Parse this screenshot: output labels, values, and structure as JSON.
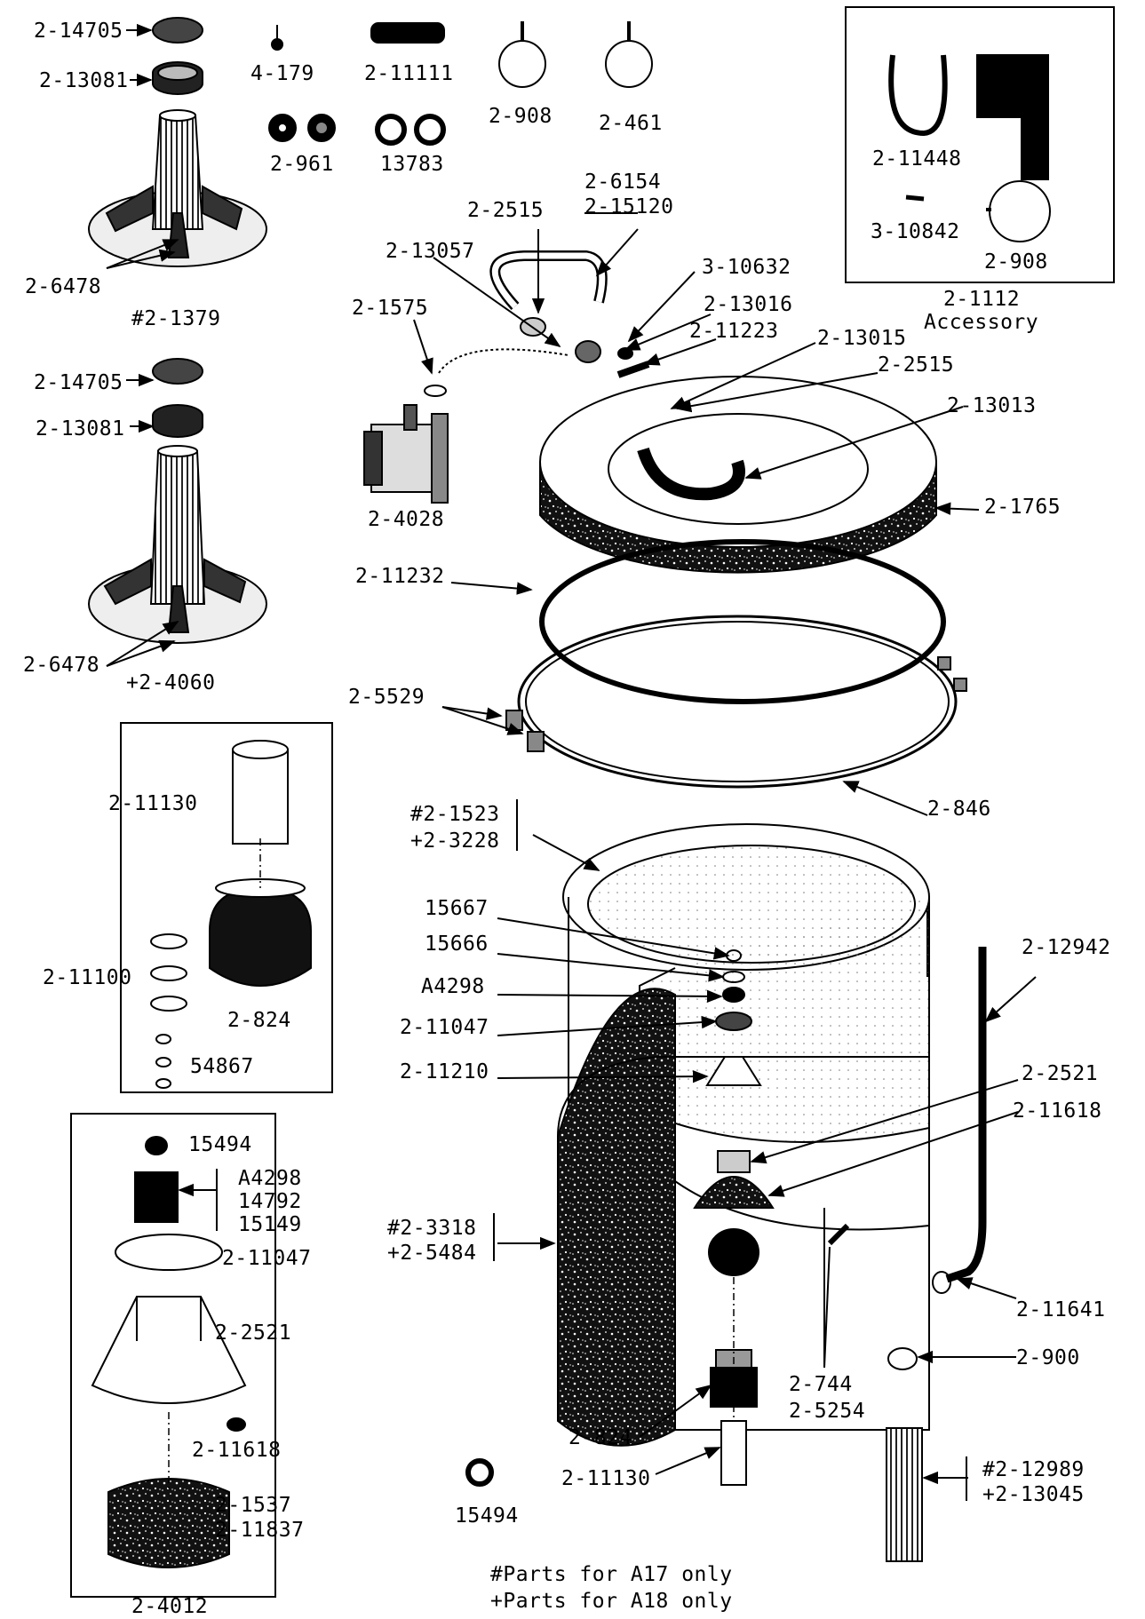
{
  "labels": {
    "l_14705a": "2-14705",
    "l_13081a": "2-13081",
    "l_4179": "4-179",
    "l_11111": "2-11111",
    "l_908a": "2-908",
    "l_461": "2-461",
    "l_961": "2-961",
    "l_13783": "13783",
    "l_6478a": "2-6478",
    "l_1379": "#2-1379",
    "l_14705b": "2-14705",
    "l_13081b": "2-13081",
    "l_6478b": "2-6478",
    "l_4060": "+2-4060",
    "l_6154": "2-6154",
    "l_15120": "2-15120",
    "l_2515a": "2-2515",
    "l_13057": "2-13057",
    "l_1575": "2-1575",
    "l_10632": "3-10632",
    "l_13016": "2-13016",
    "l_11223": "2-11223",
    "l_13015": "2-13015",
    "l_2515b": "2-2515",
    "l_13013": "2-13013",
    "l_4028": "2-4028",
    "l_1765": "2-1765",
    "l_11232": "2-11232",
    "l_5529": "2-5529",
    "l_846": "2-846",
    "l_11448": "2-11448",
    "l_10842": "3-10842",
    "l_908b": "2-908",
    "l_1112": "2-1112",
    "l_accessory": "Accessory",
    "l_11130a": "2-11130",
    "l_11100": "2-11100",
    "l_824a": "2-824",
    "l_54867": "54867",
    "l_15494a": "15494",
    "l_a4298group": "A4298\n14792\n15149",
    "l_11047a": "2-11047",
    "l_2521a": "2-2521",
    "l_11618a": "2-11618",
    "l_1537": "2-1537",
    "l_11837": "2-11837",
    "l_4012": "2-4012",
    "l_1523": "#2-1523",
    "l_3228": "+2-3228",
    "l_15667": "15667",
    "l_15666": "15666",
    "l_a4298": "A4298",
    "l_11047b": "2-11047",
    "l_11210": "2-11210",
    "l_3318": "#2-3318",
    "l_5484": "+2-5484",
    "l_12942": "2-12942",
    "l_2521b": "2-2521",
    "l_11618b": "2-11618",
    "l_11641": "2-11641",
    "l_900": "2-900",
    "l_744": "2-744",
    "l_5254": "2-5254",
    "l_824b": "2-824",
    "l_11130b": "2-11130",
    "l_15494b": "15494",
    "l_12989": "#2-12989",
    "l_13045": "+2-13045",
    "note_a17": "#Parts for A17 only",
    "note_a18": "+Parts for A18 only"
  }
}
